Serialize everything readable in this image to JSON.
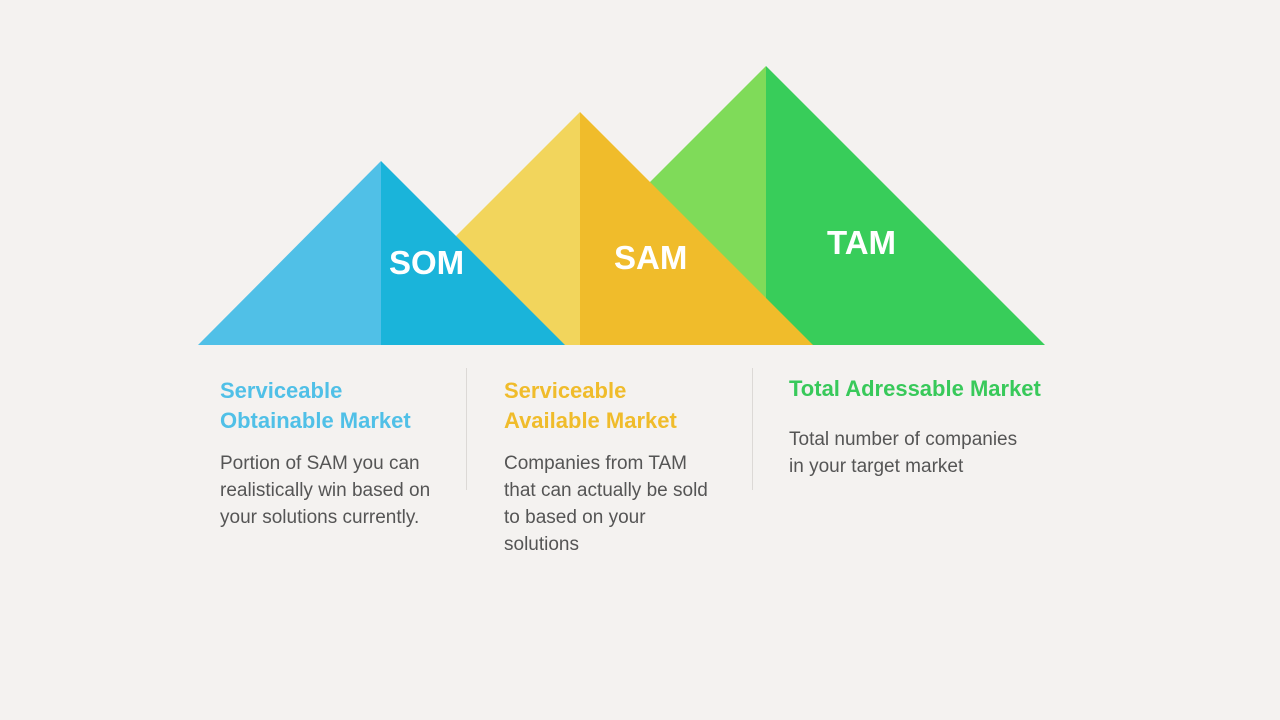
{
  "colors": {
    "som_light": "#50c0e7",
    "som_dark": "#1ab4da",
    "sam_light": "#f2d55c",
    "sam_dark": "#f0bc2b",
    "tam_light": "#7fdb59",
    "tam_dark": "#38cd5a",
    "body_text": "#555555"
  },
  "triangles": {
    "som": "SOM",
    "sam": "SAM",
    "tam": "TAM"
  },
  "columns": [
    {
      "title": "Serviceable Obtainable Market",
      "body": "Portion of SAM you can realistically win based on your solutions currently."
    },
    {
      "title": "Serviceable Available Market",
      "body": "Companies from TAM that can actually be sold to based on your solutions"
    },
    {
      "title": "Total Adressable Market",
      "body": "Total number of companies in your target market"
    }
  ]
}
